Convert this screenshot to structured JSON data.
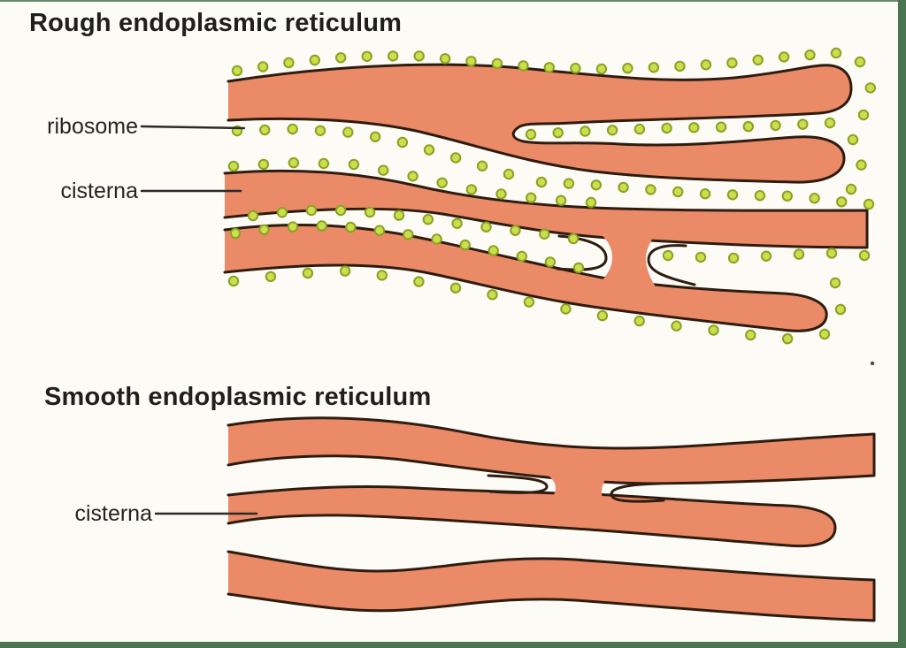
{
  "rough": {
    "title": "Rough endoplasmic reticulum",
    "label_ribosome": "ribosome",
    "label_cisterna": "cisterna"
  },
  "smooth": {
    "title": "Smooth endoplasmic reticulum",
    "label_cisterna": "cisterna"
  },
  "colors": {
    "background": "#fcfbf6",
    "membrane_fill": "#eb8a67",
    "membrane_outline": "#2e1c10",
    "ribosome_fill": "#c9df4f",
    "ribosome_stroke": "#8ba01f",
    "label_ink": "#1f1f1f",
    "page_edge_green": "#4b7450"
  }
}
